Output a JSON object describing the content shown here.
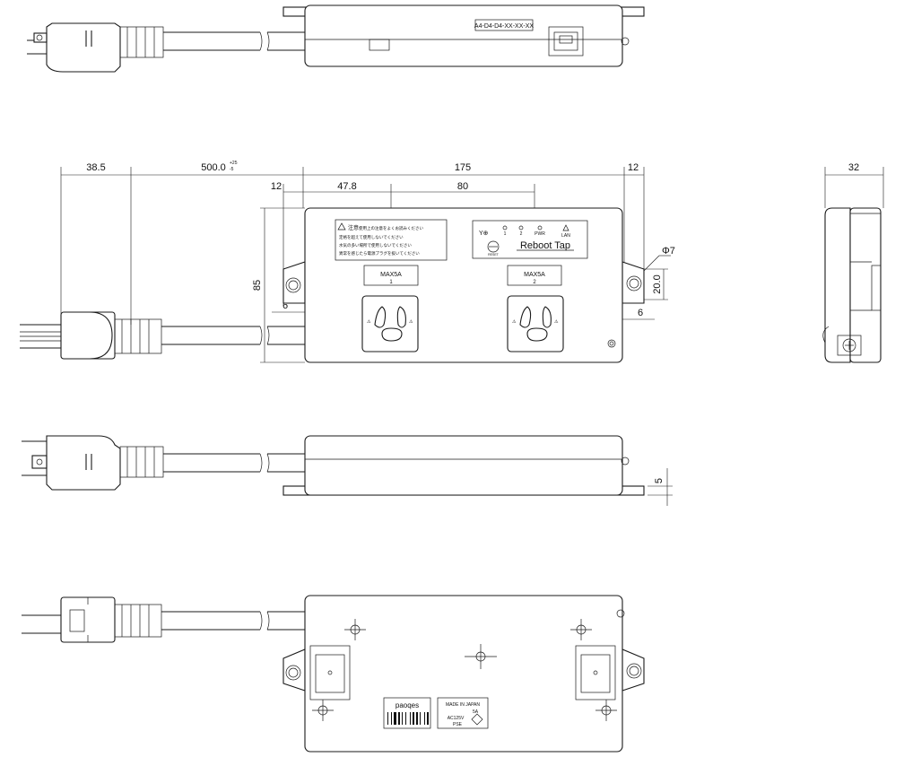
{
  "top_view": {
    "model_label": "A4-D4-D4-XX-XX-XX"
  },
  "front_view": {
    "dims": {
      "plug_length": "38.5",
      "cord_length": "500.0",
      "cord_tol_plus": "+25",
      "cord_tol_minus": "-5",
      "body_width": "175",
      "right_tab": "12",
      "left_tab": "12",
      "outlet1_offset": "47.8",
      "outlet_pitch": "80",
      "height": "85",
      "hole_dia": "Φ7",
      "hole_height": "20.0",
      "tab_left_gap": "6",
      "tab_right_gap": "6"
    },
    "outlet1_rating": "MAX5A",
    "outlet1_number": "1",
    "outlet2_rating": "MAX5A",
    "outlet2_number": "2",
    "panel": {
      "brand": "Reboot Tap",
      "indicator_1": "1",
      "indicator_2": "2",
      "indicator_pwr": "PWR",
      "indicator_lan": "LAN",
      "button_label": "RESET"
    },
    "warning_title": "注意",
    "warning_lines": [
      "使用上の注意をよくお読みください",
      "定格を超えて使用しないでください",
      "水気の多い場所で使用しないでください",
      "異常を感じたら電源プラグを抜いてください"
    ]
  },
  "side_view": {
    "dims": {
      "depth": "32"
    }
  },
  "bottom_view": {
    "dims": {
      "foot_height": "5"
    }
  },
  "back_view": {
    "label_text": "paoqes",
    "rating_lines": [
      "PSE",
      "AC125V",
      "5A",
      "MADE IN JAPAN"
    ]
  }
}
